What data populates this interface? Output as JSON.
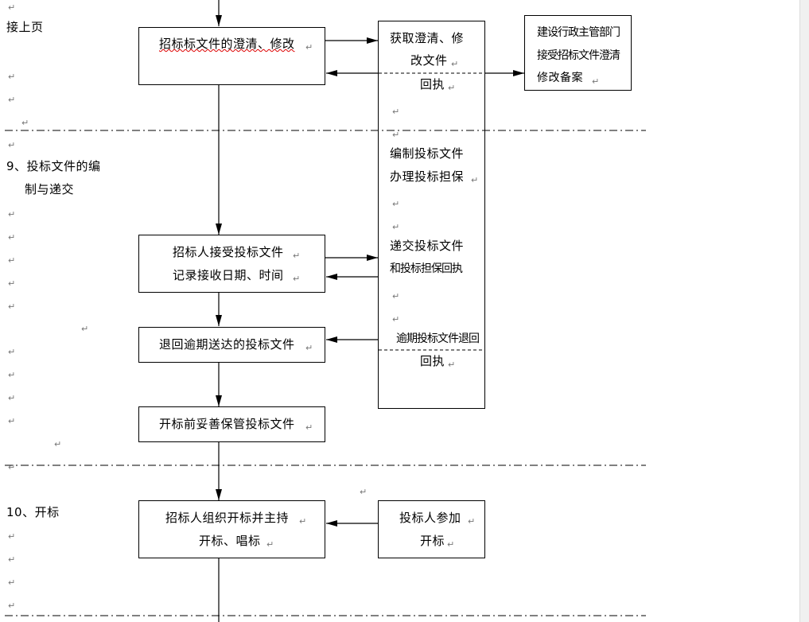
{
  "sections": {
    "continued": "接上页",
    "s9_line1": "9、投标文件的编",
    "s9_line2": "制与递交",
    "s10": "10、开标"
  },
  "left_boxes": {
    "clarify": "招标标文件的澄清、修改",
    "receive_line1": "招标人接受投标文件",
    "receive_line2": "记录接收日期、时间",
    "return_late": "退回逾期送达的投标文件",
    "keep": "开标前妥善保管投标文件",
    "open_line1": "招标人组织开标并主持",
    "open_line2": "开标、唱标"
  },
  "center_column": {
    "get_line1": "获取澄清、修",
    "get_line2": "改文件",
    "receipt1": "回执",
    "prepare_line1": "编制投标文件",
    "prepare_line2": "办理投标担保",
    "submit_line1": "递交投标文件",
    "submit_line2": "和投标担保回执",
    "late_label": "逾期投标文件退回",
    "receipt2": "回执"
  },
  "right_box": {
    "line1": "建设行政主管部门",
    "line2": "接受招标文件澄清",
    "line3": "修改备案"
  },
  "bidder_box": {
    "line1": "投标人参加",
    "line2": "开标"
  }
}
